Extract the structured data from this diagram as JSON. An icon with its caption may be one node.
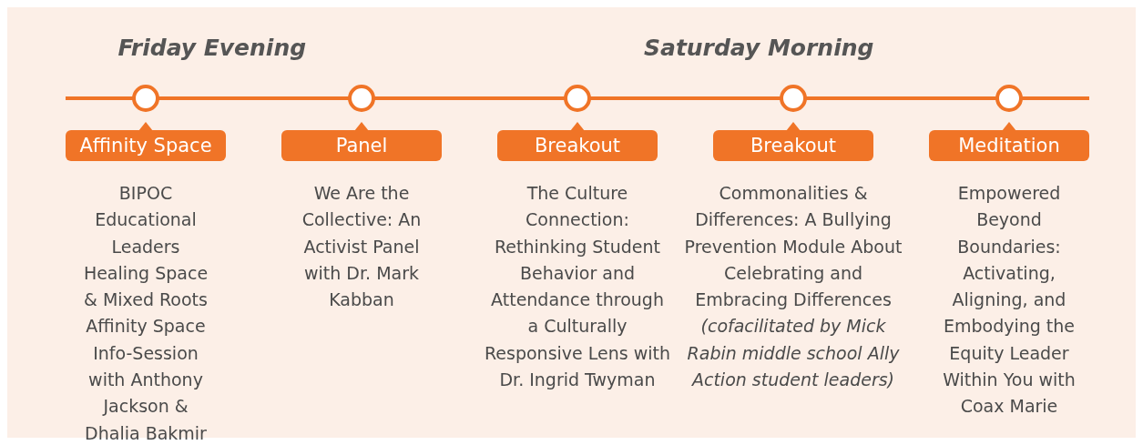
{
  "diagram": {
    "nodes": [
      {
        "text": [
          "Affinity Space"
        ],
        "beside": [
          "BIPOC Educational Leaders Healing Space & Mixed Roots Affinity Space Info-Session with Anthony Jackson & Dhalia Bakmir"
        ]
      },
      {
        "text": [
          "Panel"
        ],
        "beside": [
          "We Are the Collective: An Activist Panel with Dr. Mark Kabban"
        ]
      },
      {
        "text": [
          "Breakout"
        ],
        "beside": [
          "The Culture Connection: Rethinking Student Behavior and Attendance through a Culturally Responsive Lens with Dr. Ingrid Twyman"
        ]
      },
      {
        "text": [
          "Breakout"
        ],
        "beside": [
          "Commonalities & Differences: A Bullying Prevention Module About Celebrating and Embracing Differences *(cofacilitated by Mick Rabin middle school Ally Action student leaders)*"
        ]
      },
      {
        "text": [
          "Meditation"
        ],
        "beside": [
          "Empowered Beyond Boundaries: Activating, Aligning, and Embodying the Equity Leader Within You with Coax Marie"
        ]
      }
    ],
    "labels": [
      "Friday Evening",
      "Saturday Morning"
    ]
  }
}
